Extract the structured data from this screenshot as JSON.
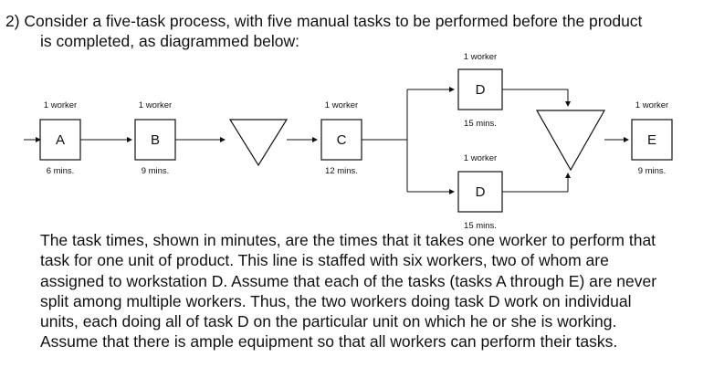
{
  "question": {
    "line1": "2)  Consider a five-task process, with five manual tasks to be performed before the product",
    "line2": "is completed, as diagrammed below:"
  },
  "diagram": {
    "tasks": [
      {
        "id": "A",
        "workers": "1 worker",
        "time": "6 mins."
      },
      {
        "id": "B",
        "workers": "1 worker",
        "time": "9 mins."
      },
      {
        "id": "C",
        "workers": "1 worker",
        "time": "12 mins."
      },
      {
        "id": "D",
        "workers": "1 worker",
        "time": "15 mins."
      },
      {
        "id": "D",
        "workers": "1 worker",
        "time": "15 mins."
      },
      {
        "id": "E",
        "workers": "1 worker",
        "time": "9 mins."
      }
    ]
  },
  "paragraph": [
    "The task times, shown in minutes, are the times that it takes one worker to perform that",
    "task for one unit of product. This line is staffed with six workers, two of whom are",
    "assigned to workstation D. Assume that each of the tasks (tasks A through E) are never",
    "split among multiple workers. Thus, the two workers doing task D work on individual",
    "units, each doing all of task D on the particular unit on which he or she is working.",
    "Assume that there is ample equipment so that all workers can perform their tasks."
  ]
}
